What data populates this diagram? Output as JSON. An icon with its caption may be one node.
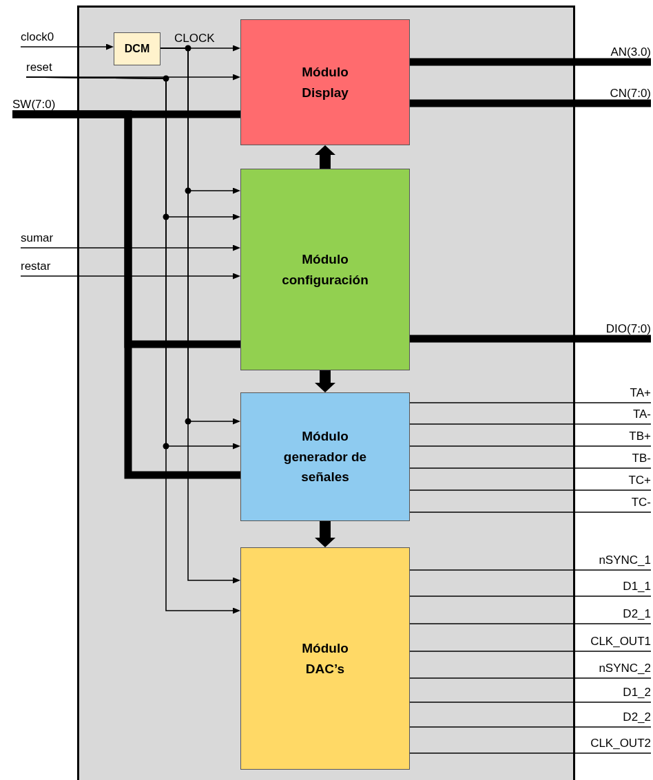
{
  "diagram": {
    "nodes": [
      {
        "text": [],
        "shape": "box"
      },
      {
        "text": [
          "clock0"
        ]
      },
      {
        "text": [
          "DCM"
        ],
        "in": 0
      },
      {
        "text": [
          "Módulo Display"
        ],
        "in": 0
      },
      {
        "text": [
          "reset"
        ]
      },
      {
        "text": [
          "SW(7:0)"
        ]
      },
      {
        "text": [
          "AN(3.0)"
        ]
      },
      {
        "text": [
          "CN(7:0)"
        ]
      },
      {
        "text": [
          "Módulo configuración"
        ],
        "in": 0
      },
      {
        "text": [
          "sumar"
        ]
      },
      {
        "text": [
          "restar"
        ]
      },
      {
        "text": [
          "DIO(7:0)"
        ]
      },
      {
        "text": [
          "Módulo generador de señales"
        ],
        "in": 0
      },
      {
        "text": [
          "TA+"
        ]
      },
      {
        "text": [
          "TA-"
        ]
      },
      {
        "text": [
          "TB+"
        ]
      },
      {
        "text": [
          "TB-"
        ]
      },
      {
        "text": [
          "TC+"
        ]
      },
      {
        "text": [
          "TC-"
        ]
      },
      {
        "text": [
          "Módulo DAC’s"
        ],
        "in": 0
      },
      {
        "text": [
          "nSYNC_1"
        ]
      },
      {
        "text": [
          "D1_1"
        ]
      },
      {
        "text": [
          "D2_1"
        ]
      },
      {
        "text": [
          "CLK_OUT1"
        ]
      },
      {
        "text": [
          "nSYNC_2"
        ]
      },
      {
        "text": [
          "D1_2"
        ]
      },
      {
        "text": [
          "D2_2"
        ]
      },
      {
        "text": [
          "CLK_OUT2"
        ]
      }
    ],
    "edges": [
      {
        "from": 1,
        "to": 2,
        "arrow": "to"
      },
      {
        "from": 2,
        "to": 3,
        "arrow": "to",
        "label": "CLOCK"
      },
      {
        "from": 2,
        "to": 8,
        "arrow": "to"
      },
      {
        "from": 2,
        "to": 12,
        "arrow": "to"
      },
      {
        "from": 2,
        "to": 19,
        "arrow": "to"
      },
      {
        "from": 4,
        "to": 3,
        "arrow": "to"
      },
      {
        "from": 4,
        "to": 8,
        "arrow": "to"
      },
      {
        "from": 4,
        "to": 12,
        "arrow": "to"
      },
      {
        "from": 4,
        "to": 19,
        "arrow": "to"
      },
      {
        "from": 5,
        "to": 3,
        "arrow": "none",
        "style": "thick"
      },
      {
        "from": 5,
        "to": 8,
        "arrow": "none",
        "style": "thick"
      },
      {
        "from": 5,
        "to": 12,
        "arrow": "none",
        "style": "thick"
      },
      {
        "from": 3,
        "to": 6,
        "arrow": "none",
        "style": "thick"
      },
      {
        "from": 3,
        "to": 7,
        "arrow": "none",
        "style": "thick"
      },
      {
        "from": 8,
        "to": 3,
        "arrow": "to",
        "style": "thick"
      },
      {
        "from": 9,
        "to": 8,
        "arrow": "to"
      },
      {
        "from": 10,
        "to": 8,
        "arrow": "to"
      },
      {
        "from": 8,
        "to": 11,
        "arrow": "none",
        "style": "thick"
      },
      {
        "from": 8,
        "to": 12,
        "arrow": "to",
        "style": "thick"
      },
      {
        "from": 12,
        "to": 13,
        "arrow": "none"
      },
      {
        "from": 12,
        "to": 14,
        "arrow": "none"
      },
      {
        "from": 12,
        "to": 15,
        "arrow": "none"
      },
      {
        "from": 12,
        "to": 16,
        "arrow": "none"
      },
      {
        "from": 12,
        "to": 17,
        "arrow": "none"
      },
      {
        "from": 12,
        "to": 18,
        "arrow": "none"
      },
      {
        "from": 12,
        "to": 19,
        "arrow": "to",
        "style": "thick"
      },
      {
        "from": 19,
        "to": 20,
        "arrow": "none"
      },
      {
        "from": 19,
        "to": 21,
        "arrow": "none"
      },
      {
        "from": 19,
        "to": 22,
        "arrow": "none"
      },
      {
        "from": 19,
        "to": 23,
        "arrow": "none"
      },
      {
        "from": 19,
        "to": 24,
        "arrow": "none"
      },
      {
        "from": 19,
        "to": 25,
        "arrow": "none"
      },
      {
        "from": 19,
        "to": 26,
        "arrow": "none"
      },
      {
        "from": 19,
        "to": 27,
        "arrow": "none"
      }
    ]
  }
}
